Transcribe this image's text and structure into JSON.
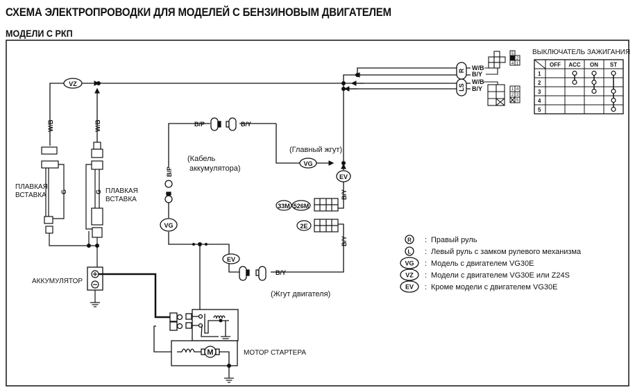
{
  "title": "СХЕМА ЭЛЕКТРОПРОВОДКИ ДЛЯ МОДЕЛЕЙ С БЕНЗИНОВЫМ ДВИГАТЕЛЕМ",
  "subtitle": "МОДЕЛИ С РКП",
  "wires": {
    "wb": "W/B",
    "by": "B/Y",
    "bp": "B/P",
    "g": "G"
  },
  "markers": {
    "vz": "VZ",
    "vg": "VG",
    "ev": "EV",
    "r": "R",
    "ls": "LS",
    "m33": "33M",
    "m526": "526M",
    "e2": "2E",
    "motor": "M"
  },
  "labels": {
    "fusible_link_1": [
      "ПЛАВКАЯ",
      "ВСТАВКА"
    ],
    "fusible_link_2": [
      "ПЛАВКАЯ",
      "ВСТАВКА"
    ],
    "battery": "АККУМУЛЯТОР",
    "battery_cable": [
      "(Кабель",
      "аккумулятора)"
    ],
    "main_harness": "(Главный жгут)",
    "engine_harness": "(Жгут двигателя)",
    "starter_motor": "МОТОР СТАРТЕРА"
  },
  "ignition_switch": {
    "title": "ВЫКЛЮЧАТЕЛЬ ЗАЖИГАНИЯ",
    "columns": [
      "OFF",
      "ACC",
      "ON",
      "ST"
    ],
    "rows": [
      "1",
      "2",
      "3",
      "4",
      "5"
    ],
    "connections": {
      "ACC": [
        "1",
        "2"
      ],
      "ON": [
        "1",
        "2",
        "3"
      ],
      "ST": [
        "1",
        "3",
        "4",
        "5"
      ]
    }
  },
  "connector_pins": {
    "upper": [
      "5",
      "1",
      "2",
      "4",
      "1"
    ],
    "lower": [
      "1",
      "4",
      "2",
      "3",
      "5"
    ]
  },
  "legend": [
    {
      "symbol": "R",
      "text": "Правый руль"
    },
    {
      "symbol": "L",
      "text": "Левый руль с замком рулевого механизма"
    },
    {
      "symbol": "VG",
      "text": "Модель с двигателем VG30E"
    },
    {
      "symbol": "VZ",
      "text": "Модели с двигателем VG30E или Z24S"
    },
    {
      "symbol": "EV",
      "text": "Кроме модели с двигателем VG30E"
    }
  ],
  "legend_separator": ":"
}
